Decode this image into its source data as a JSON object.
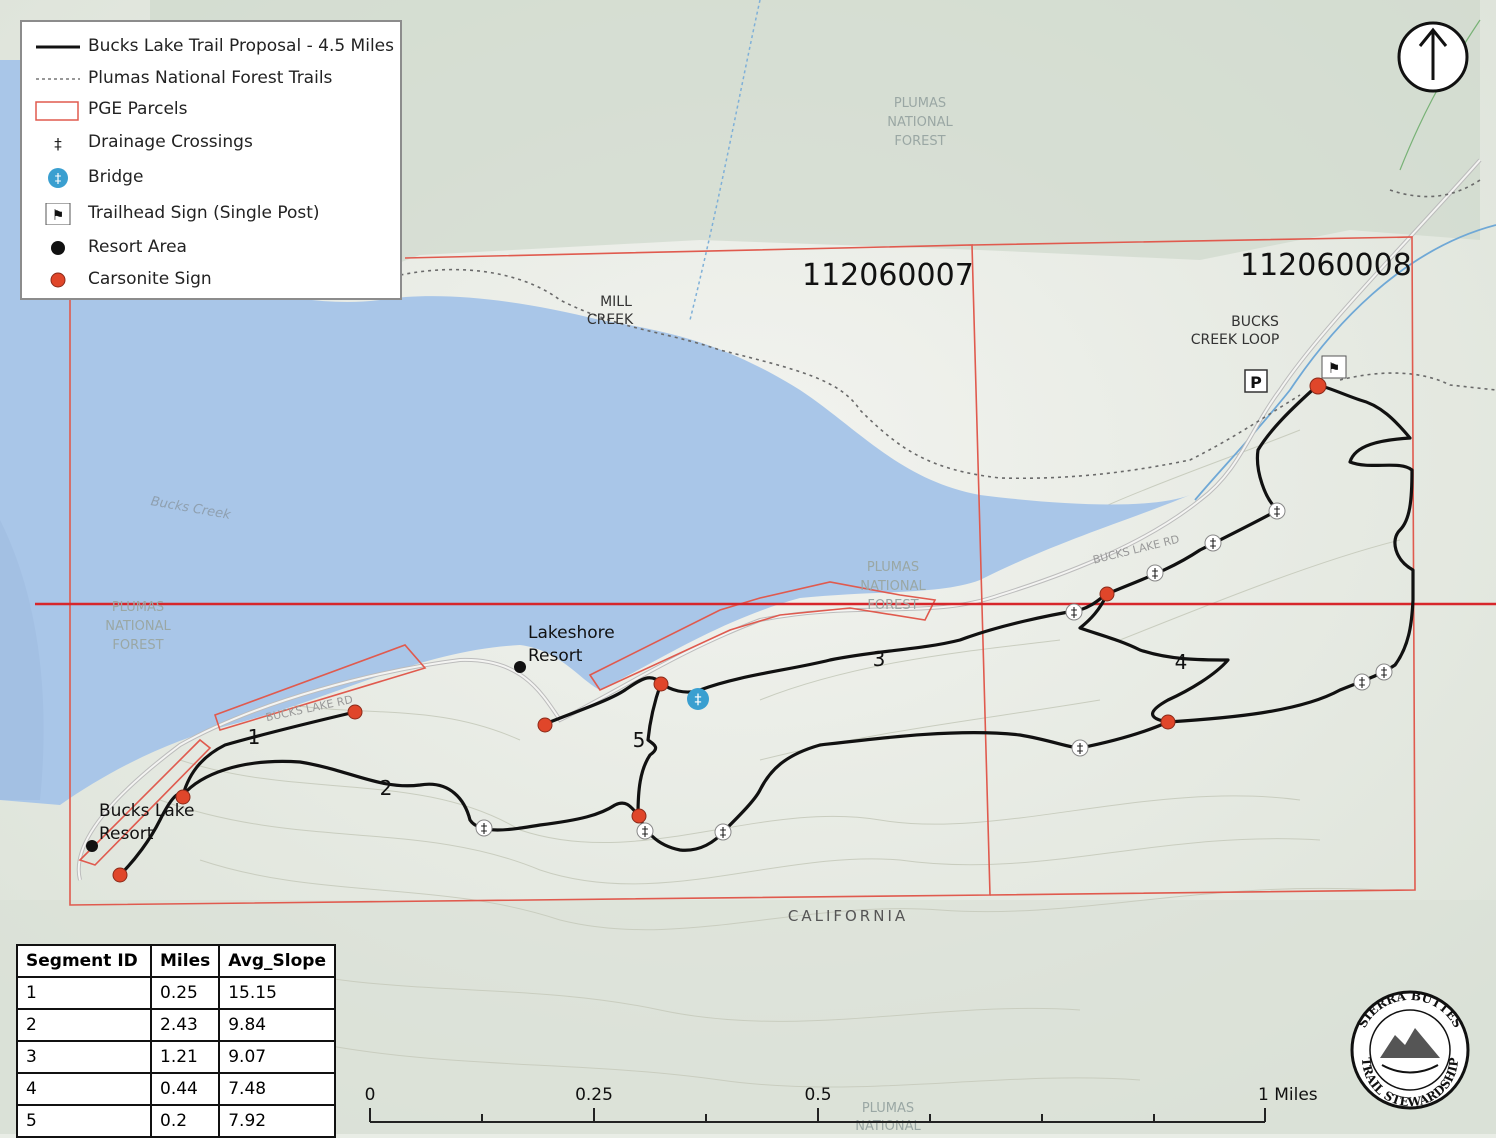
{
  "legend": {
    "items": [
      {
        "label": "Bucks Lake Trail Proposal - 4.5 Miles",
        "icon": "solid-line-icon"
      },
      {
        "label": "Plumas National Forest Trails",
        "icon": "dashed-line-icon"
      },
      {
        "label": "PGE Parcels",
        "icon": "parcel-box-icon"
      },
      {
        "label": "Drainage Crossings",
        "icon": "crossing-icon"
      },
      {
        "label": "Bridge",
        "icon": "bridge-icon"
      },
      {
        "label": "Trailhead Sign (Single Post)",
        "icon": "trailhead-icon"
      },
      {
        "label": "Resort Area",
        "icon": "black-dot-icon"
      },
      {
        "label": "Carsonite Sign",
        "icon": "red-dot-icon"
      }
    ]
  },
  "parcels": {
    "west_id": "112060007",
    "east_id": "112060008"
  },
  "labels": {
    "mill_creek_1": "MILL",
    "mill_creek_2": "CREEK",
    "bucks_loop_1": "BUCKS",
    "bucks_loop_2": "CREEK LOOP",
    "parking": "P",
    "plumas_n_1": "PLUMAS",
    "plumas_n_2": "NATIONAL",
    "plumas_n_3": "FOREST",
    "plumas_c_1": "PLUMAS",
    "plumas_c_2": "NATIONAL",
    "plumas_c_3": "FOREST",
    "plumas_w_1": "PLUMAS",
    "plumas_w_2": "NATIONAL",
    "plumas_w_3": "FOREST",
    "plumas_s_1": "PLUMAS",
    "plumas_s_2": "NATIONAL",
    "bucks_creek": "Bucks Creek",
    "road_w": "BUCKS LAKE RD",
    "road_e": "BUCKS LAKE RD",
    "lakeshore_1": "Lakeshore",
    "lakeshore_2": "Resort",
    "bucks_resort_1": "Bucks Lake",
    "bucks_resort_2": "Resort",
    "california": "CALIFORNIA",
    "seg1": "1",
    "seg2": "2",
    "seg3": "3",
    "seg4": "4",
    "seg5": "5",
    "north": "north-arrow-icon",
    "logo_text": "SIERRA BUTTES TRAIL STEWARDSHIP"
  },
  "scale": {
    "ticks": [
      "0",
      "0.25",
      "0.5",
      "1 Miles"
    ]
  },
  "table": {
    "headers": [
      "Segment ID",
      "Miles",
      "Avg_Slope"
    ],
    "rows": [
      [
        "1",
        "0.25",
        "15.15"
      ],
      [
        "2",
        "2.43",
        "9.84"
      ],
      [
        "3",
        "1.21",
        "9.07"
      ],
      [
        "4",
        "0.44",
        "7.48"
      ],
      [
        "5",
        "0.2",
        "7.92"
      ]
    ]
  },
  "colors": {
    "trail": "#111111",
    "parcel": "#e05a4e",
    "lake": "#a9c6e8",
    "sign": "#e0462a",
    "bridge": "#3a9fd0",
    "guide_line": "#d7262b"
  }
}
